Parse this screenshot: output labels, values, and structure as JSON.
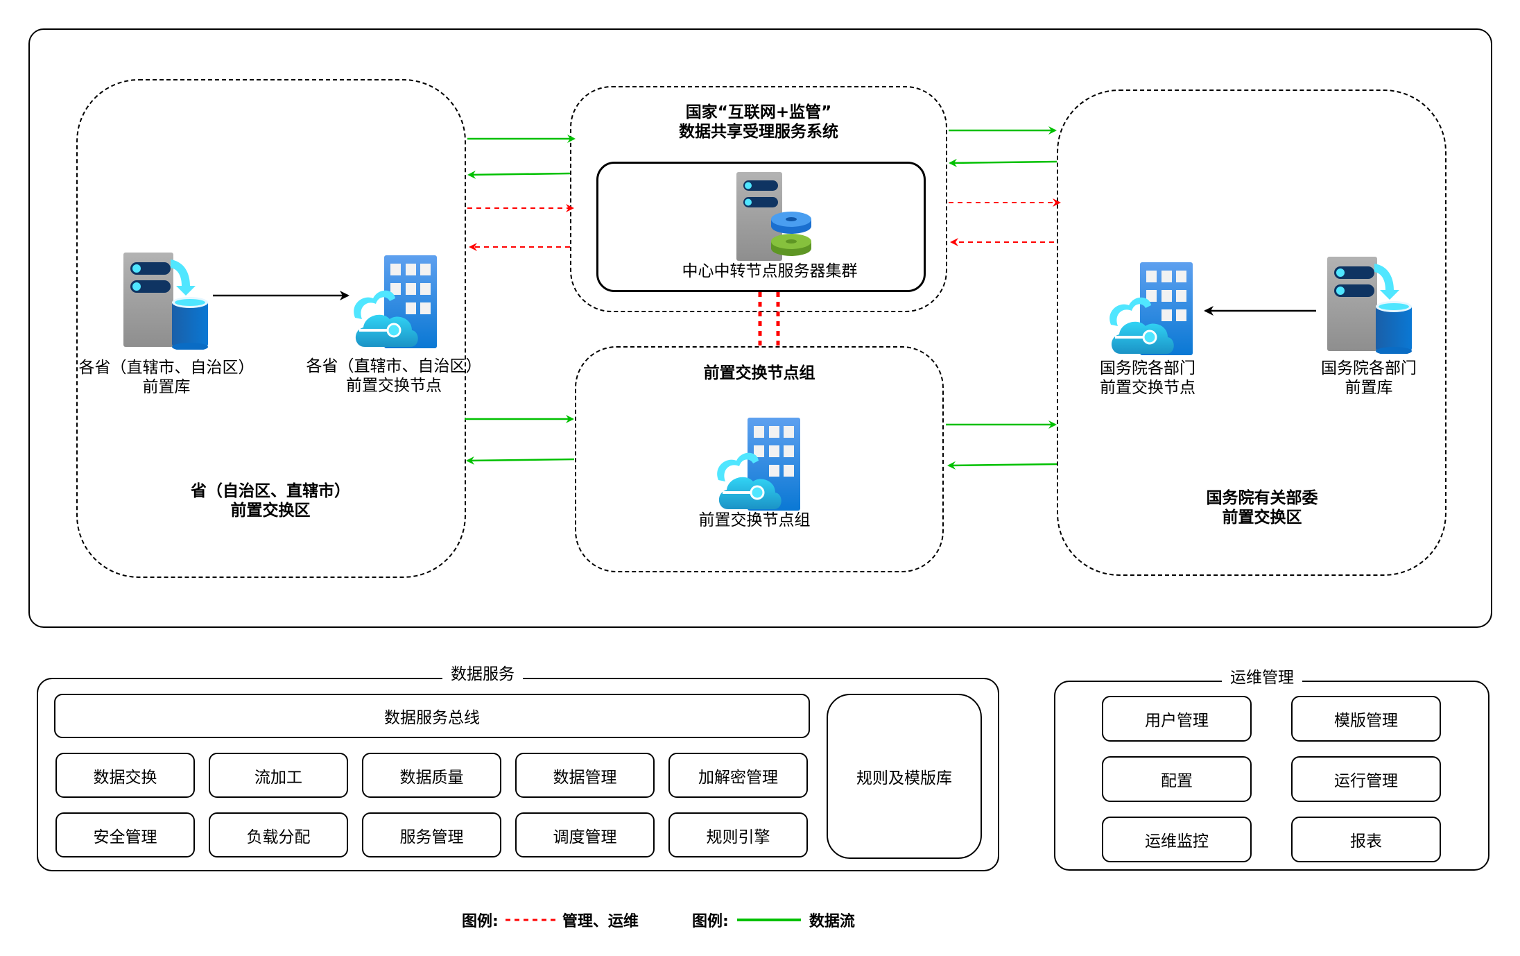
{
  "diagram": {
    "zones": {
      "province": {
        "title_line1": "省（自治区、直辖市）",
        "title_line2": "前置交换区",
        "db_label_line1": "各省（直辖市、自治区）",
        "db_label_line2": "前置库",
        "node_label_line1": "各省（直辖市、自治区）",
        "node_label_line2": "前置交换节点"
      },
      "national": {
        "title_line1": "国家“互联网+监管”",
        "title_line2": "数据共享受理服务系统",
        "cluster_label": "中心中转节点服务器集群"
      },
      "exchange_group": {
        "title": "前置交换节点组",
        "node_label": "前置交换节点组"
      },
      "state_council": {
        "title_line1": "国务院有关部委",
        "title_line2": "前置交换区",
        "node_label_line1": "国务院各部门",
        "node_label_line2": "前置交换节点",
        "db_label_line1": "国务院各部门",
        "db_label_line2": "前置库"
      }
    },
    "colors": {
      "data_flow": "#00c000",
      "management": "#ff0000",
      "line": "#000000"
    }
  },
  "data_service": {
    "title": "数据服务",
    "bus": "数据服务总线",
    "rules_repo": "规则及模版库",
    "row1": [
      "数据交换",
      "流加工",
      "数据质量",
      "数据管理",
      "加解密管理"
    ],
    "row2": [
      "安全管理",
      "负载分配",
      "服务管理",
      "调度管理",
      "规则引擎"
    ]
  },
  "ops": {
    "title": "运维管理",
    "items": [
      "用户管理",
      "模版管理",
      "配置",
      "运行管理",
      "运维监控",
      "报表"
    ]
  },
  "legend": {
    "management_prefix": "图例:",
    "management_label": "管理、运维",
    "data_prefix": "图例:",
    "data_label": "数据流"
  }
}
